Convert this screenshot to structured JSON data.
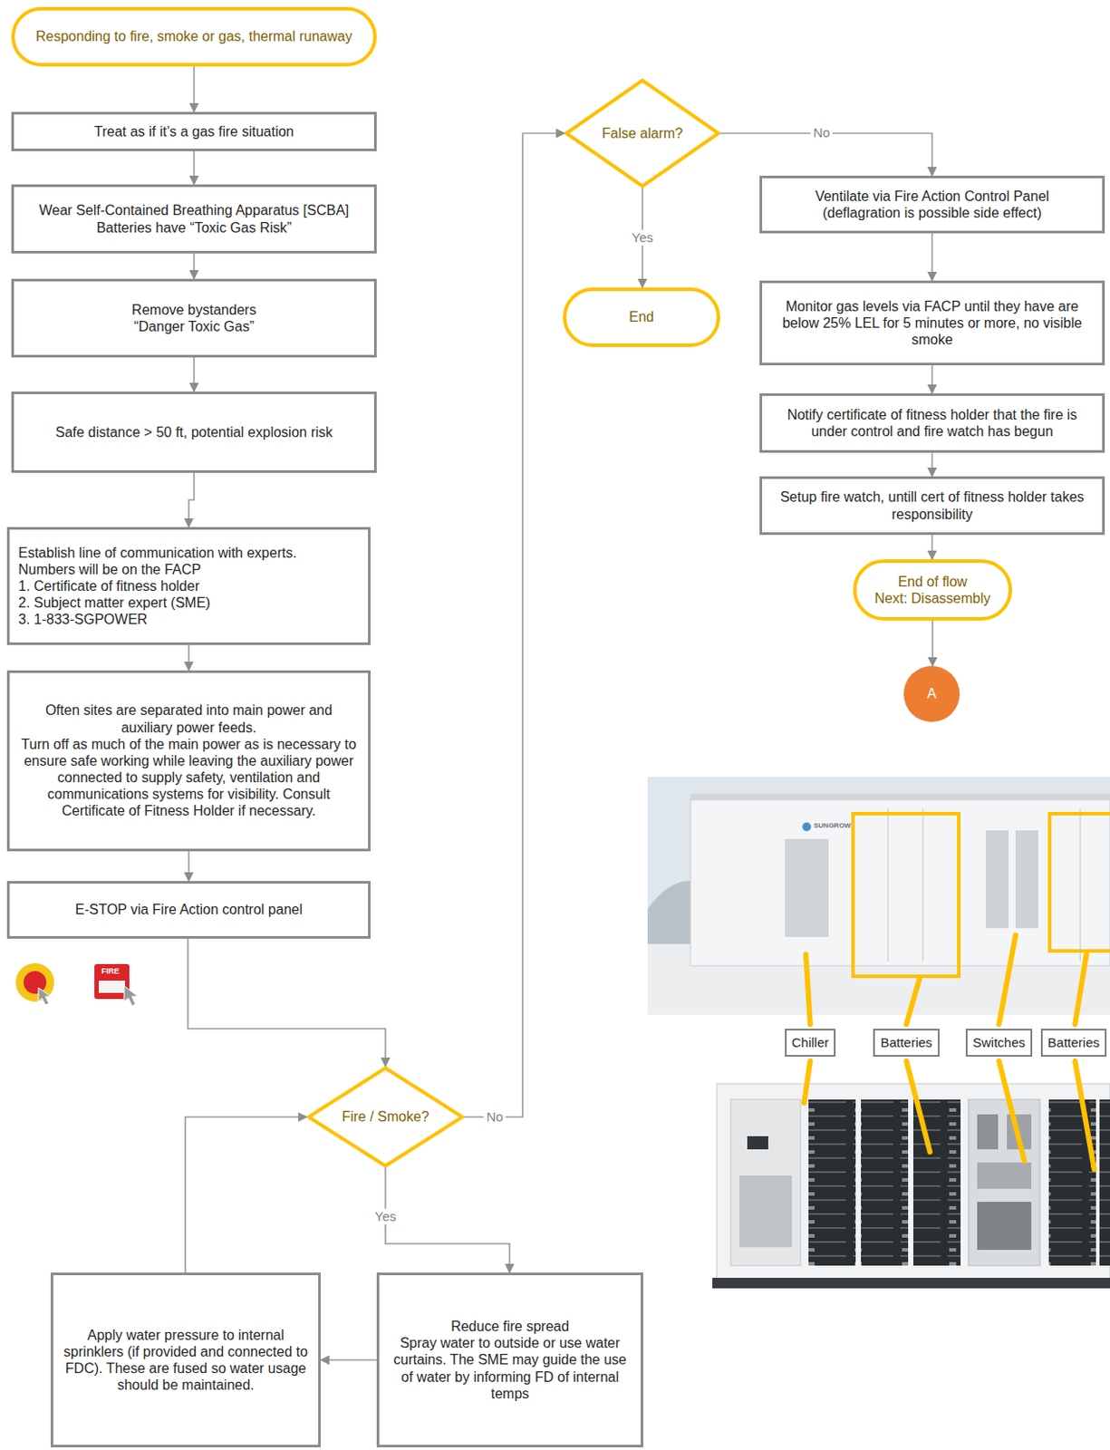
{
  "diagram": {
    "nodes": [
      {
        "text": [
          "Responding to fire, smoke or gas, thermal runaway"
        ]
      },
      {
        "text": [
          "Treat as if it’s a gas fire situation"
        ]
      },
      {
        "text": [
          "Wear Self-Contained Breathing Apparatus [SCBA]",
          "Batteries have “Toxic Gas Risk”"
        ]
      },
      {
        "text": [
          "Remove bystanders",
          "“Danger Toxic Gas”"
        ]
      },
      {
        "text": [
          "Safe distance > 50 ft, potential explosion risk"
        ]
      },
      {
        "text": [
          "Establish line of communication with experts.",
          "Numbers will be on the FACP",
          "1. Certificate of fitness holder",
          "2. Subject matter expert (SME)",
          "3. 1-833-SGPOWER"
        ]
      },
      {
        "text": [
          "Often sites are separated into main power and auxiliary power feeds.",
          "Turn off as much of the main power as is necessary to ensure safe working while leaving the auxiliary power connected to supply safety, ventilation and communications systems for visibility. Consult Certificate of Fitness Holder if necessary."
        ]
      },
      {
        "text": [
          "E-STOP via Fire Action control panel"
        ]
      },
      {
        "text": [
          "Fire / Smoke?"
        ]
      },
      {
        "text": [
          "Reduce fire spread",
          "Spray water to outside or use water curtains. The SME may guide the use of water by informing FD of internal temps"
        ]
      },
      {
        "text": [
          "Apply water pressure to internal sprinklers (if provided and connected to FDC). These are fused so water usage should be maintained."
        ]
      },
      {
        "text": [
          "False alarm?"
        ]
      },
      {
        "text": [
          "End"
        ]
      },
      {
        "text": [
          "Ventilate via Fire Action Control Panel",
          "(deflagration is possible side effect)"
        ]
      },
      {
        "text": [
          "Monitor gas levels via FACP until they have are below 25% LEL for 5 minutes or more, no visible smoke"
        ]
      },
      {
        "text": [
          "Notify certificate of fitness holder that the fire is under control and fire watch has begun"
        ]
      },
      {
        "text": [
          "Setup fire watch, untill cert of fitness holder takes responsibility"
        ]
      },
      {
        "text": [
          "End of flow",
          "Next: Disassembly"
        ]
      },
      {
        "text": [
          "A"
        ]
      },
      {
        "text": [
          "Chiller"
        ]
      },
      {
        "text": [
          "Batteries"
        ]
      },
      {
        "text": [
          "Switches"
        ]
      },
      {
        "text": [
          "Batteries"
        ]
      }
    ],
    "edges": [
      {
        "from": 0,
        "to": 1,
        "arrow": "to"
      },
      {
        "from": 1,
        "to": 2,
        "arrow": "to"
      },
      {
        "from": 2,
        "to": 3,
        "arrow": "to"
      },
      {
        "from": 3,
        "to": 4,
        "arrow": "to"
      },
      {
        "from": 4,
        "to": 5,
        "arrow": "to"
      },
      {
        "from": 5,
        "to": 6,
        "arrow": "to"
      },
      {
        "from": 6,
        "to": 7,
        "arrow": "to"
      },
      {
        "from": 7,
        "to": 8,
        "arrow": "to"
      },
      {
        "from": 8,
        "to": 9,
        "label": "Yes",
        "arrow": "to"
      },
      {
        "from": 8,
        "to": 11,
        "label": "No",
        "arrow": "to"
      },
      {
        "from": 9,
        "to": 10,
        "arrow": "to"
      },
      {
        "from": 10,
        "to": 8,
        "arrow": "to"
      },
      {
        "from": 11,
        "to": 12,
        "label": "Yes",
        "arrow": "to"
      },
      {
        "from": 11,
        "to": 13,
        "label": "No",
        "arrow": "to"
      },
      {
        "from": 13,
        "to": 14,
        "arrow": "to"
      },
      {
        "from": 14,
        "to": 15,
        "arrow": "to"
      },
      {
        "from": 15,
        "to": 16,
        "arrow": "to"
      },
      {
        "from": 16,
        "to": 17,
        "arrow": "to"
      },
      {
        "from": 17,
        "to": 18,
        "arrow": "to"
      }
    ],
    "labels": [
      "FIRE",
      "SUNGROW"
    ]
  }
}
